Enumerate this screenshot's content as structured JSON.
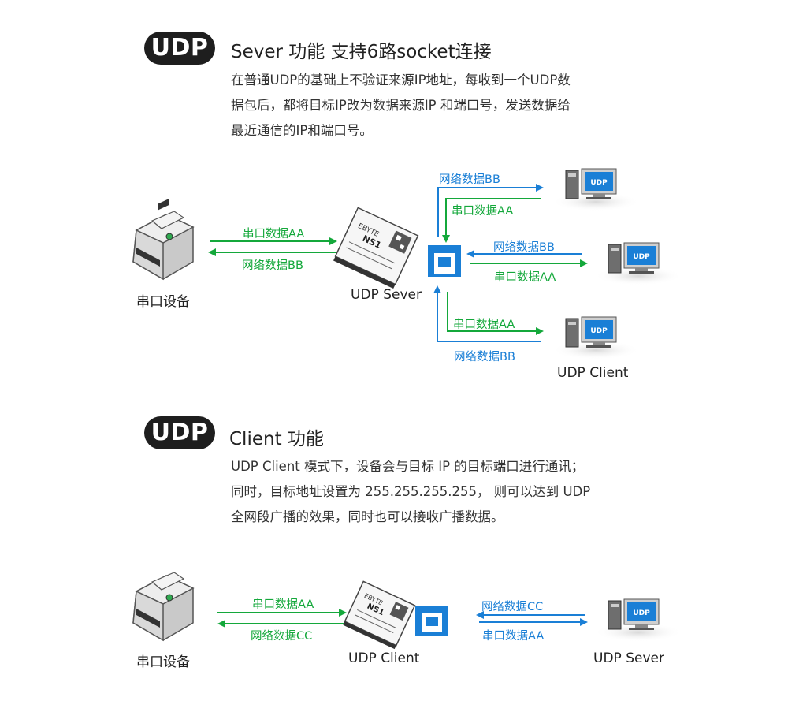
{
  "section1": {
    "badge": "UDP",
    "title": "Sever 功能  支持6路socket连接",
    "desc": [
      "在普通UDP的基础上不验证来源IP地址，每收到一个UDP数",
      "据包后，都将目标IP改为数据来源IP 和端口号，发送数据给",
      "最近通信的IP和端口号。"
    ],
    "serial_device": "串口设备",
    "module_label": "UDP Sever",
    "client_label": "UDP Client",
    "arrow_serial_aa": "串口数据AA",
    "arrow_net_bb": "网络数据BB",
    "top_net_bb": "网络数据BB",
    "top_serial_aa": "串口数据AA",
    "mid_net_bb": "网络数据BB",
    "mid_serial_aa": "串口数据AA",
    "bot_serial_aa": "串口数据AA",
    "bot_net_bb": "网络数据BB",
    "pc_screen": "UDP",
    "chip_brand": "EBYTE",
    "chip_model": "NS1"
  },
  "section2": {
    "badge": "UDP",
    "title": "Client 功能",
    "desc": [
      "UDP Client 模式下，设备会与目标 IP 的目标端口进行通讯；",
      "同时，目标地址设置为 255.255.255.255， 则可以达到 UDP",
      "全网段广播的效果，同时也可以接收广播数据。"
    ],
    "serial_device": "串口设备",
    "module_label": "UDP Client",
    "server_label": "UDP Sever",
    "left_serial_aa": "串口数据AA",
    "left_net_cc": "网络数据CC",
    "right_net_cc": "网络数据CC",
    "right_serial_aa": "串口数据AA",
    "pc_screen": "UDP",
    "chip_brand": "EBYTE",
    "chip_model": "NS1"
  },
  "colors": {
    "green": "#14a83b",
    "blue": "#1a7fd6",
    "badge": "#1e1e1e"
  }
}
